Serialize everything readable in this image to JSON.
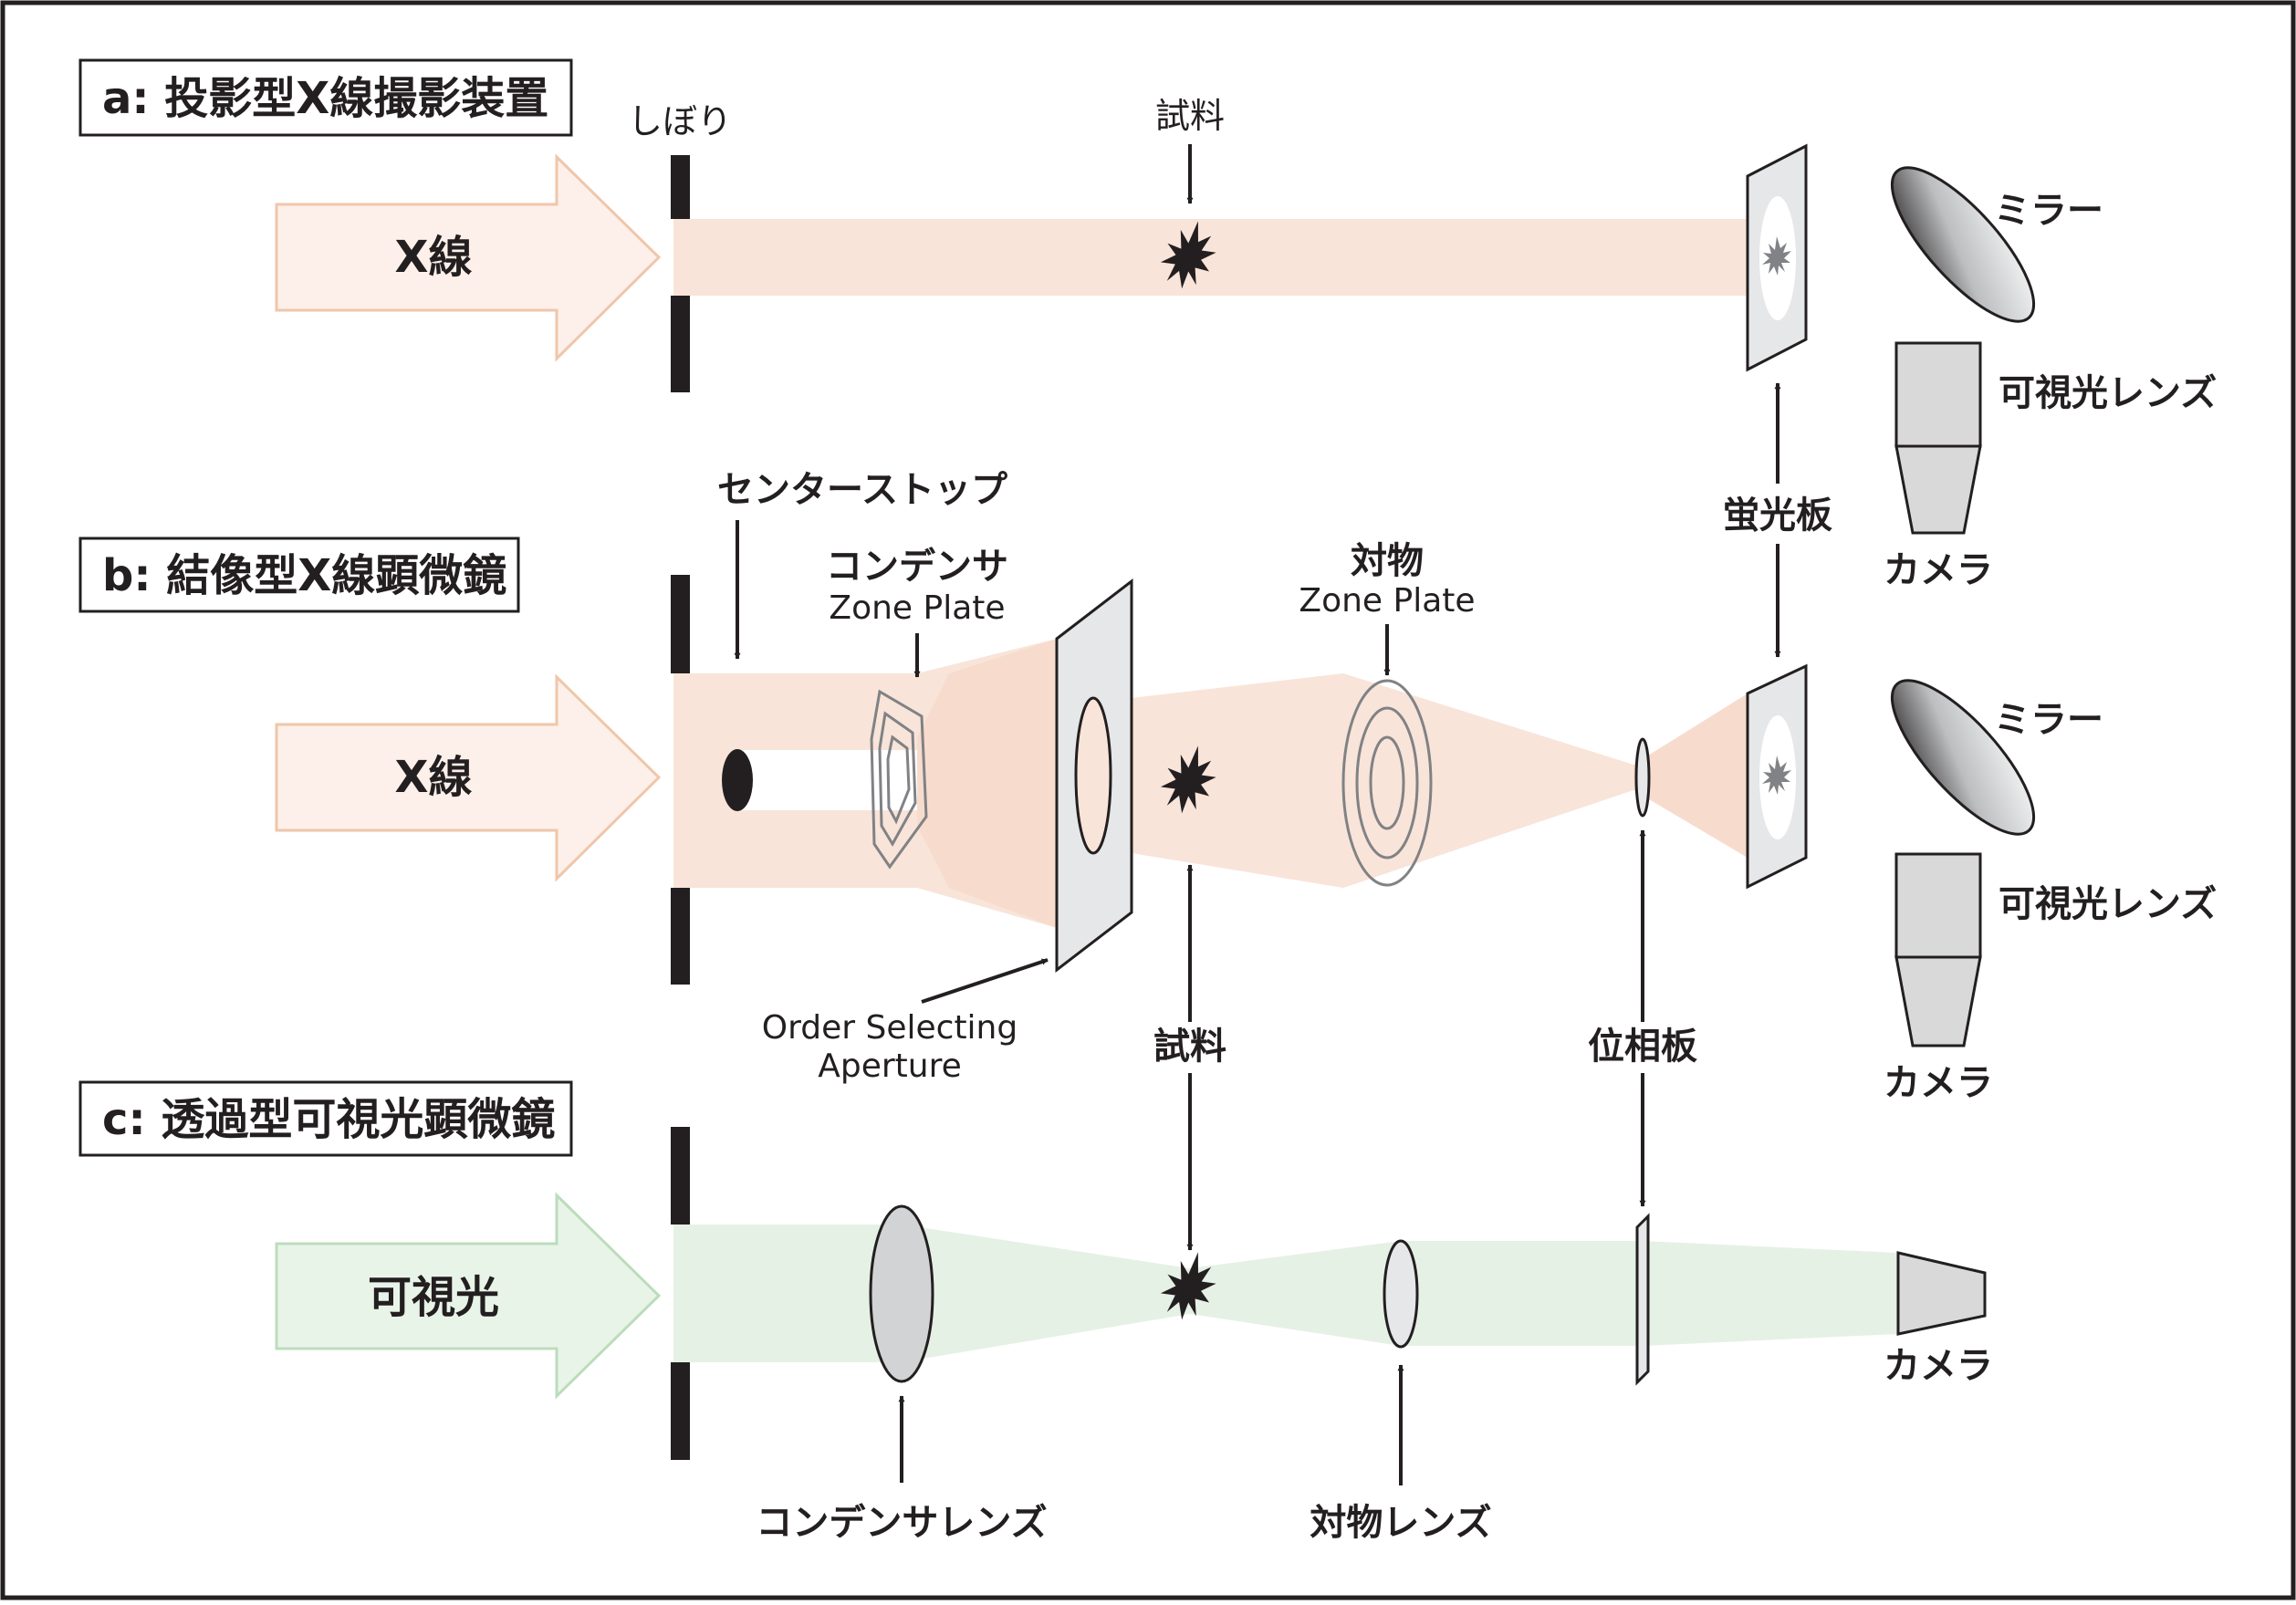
{
  "sections": {
    "a": {
      "title": "a: 投影型X線撮影装置",
      "source": "X線"
    },
    "b": {
      "title": "b: 結像型X線顕微鏡",
      "source": "X線"
    },
    "c": {
      "title": "c: 透過型可視光顕微鏡",
      "source": "可視光"
    }
  },
  "labels": {
    "diaphragm": "しぼり",
    "sample_a": "試料",
    "sample_bc": "試料",
    "mirror_a": "ミラー",
    "mirror_b": "ミラー",
    "vis_lens_a": "可視光レンズ",
    "vis_lens_b": "可視光レンズ",
    "camera_a": "カメラ",
    "camera_b": "カメラ",
    "camera_c": "カメラ",
    "phosphor": "蛍光板",
    "center_stop": "センターストップ",
    "condenser_zp_1": "コンデンサ",
    "condenser_zp_2": "Zone Plate",
    "objective_zp_1": "対物",
    "objective_zp_2": "Zone Plate",
    "osa_1": "Order Selecting",
    "osa_2": "Aperture",
    "phase_plate": "位相板",
    "condenser_lens": "コンデンサレンズ",
    "objective_lens": "対物レンズ"
  },
  "colors": {
    "xray_fill": "#f9e4d9",
    "xray_arrow_fill": "#fdf0ea",
    "xray_arrow_stroke": "#f0c6aa",
    "visible_fill": "#e6f1e6",
    "visible_arrow_fill": "#e9f4e9",
    "visible_arrow_stroke": "#bcdcbc",
    "ink": "#231f20",
    "gray_fill": "#d9d9d9",
    "panel_fill": "#e6e7e8"
  }
}
